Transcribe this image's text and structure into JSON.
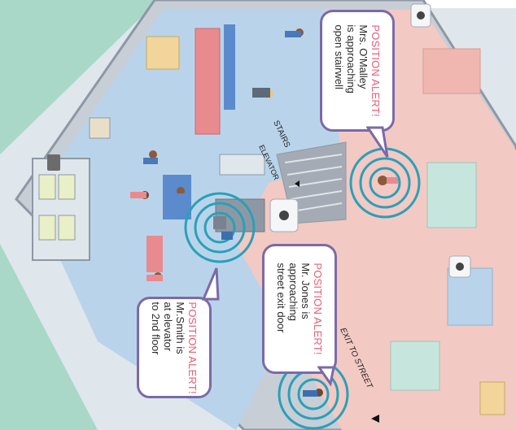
{
  "labels": {
    "stairs": "STAIRS",
    "elevator": "ELEVATOR",
    "exit": "EXIT TO STREET"
  },
  "alerts": [
    {
      "heading": "POSITION ALERT!",
      "lines": [
        "Mrs. O'Malley",
        "is approaching",
        "open stairwell"
      ]
    },
    {
      "heading": "POSITION ALERT!",
      "lines": [
        "Mr. Jones is",
        "approaching",
        "street exit door"
      ]
    },
    {
      "heading": "POSITION ALERT!",
      "lines": [
        "Mr.Smith is",
        "at elevator",
        "to 2nd floor"
      ]
    }
  ],
  "colors": {
    "alert_text": "#e2607a",
    "bubble_border": "#7b6aa8",
    "signal_ring": "#2aa0b8",
    "floor_pink": "#f3c9c3",
    "floor_blue": "#b9d4ea",
    "grass": "#a9d8c9"
  }
}
